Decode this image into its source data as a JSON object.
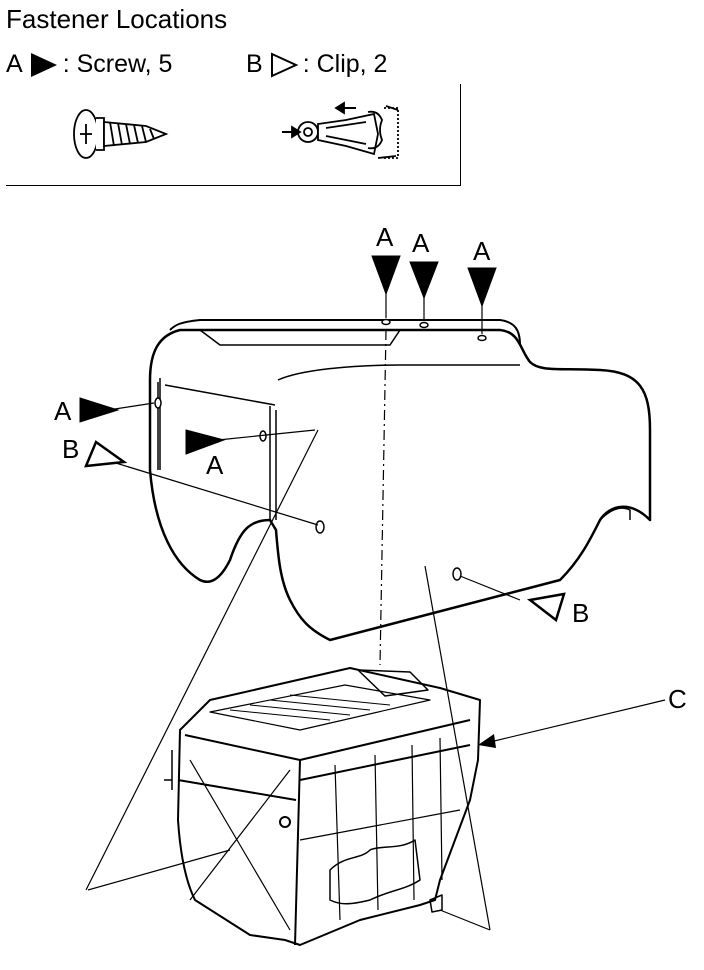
{
  "header": {
    "title": "Fastener Locations"
  },
  "legend": {
    "screw": {
      "letter": "A",
      "text": ": Screw, 5"
    },
    "clip": {
      "letter": "B",
      "text": ": Clip, 2"
    }
  },
  "callouts": {
    "a": "A",
    "b": "B",
    "c": "C"
  }
}
